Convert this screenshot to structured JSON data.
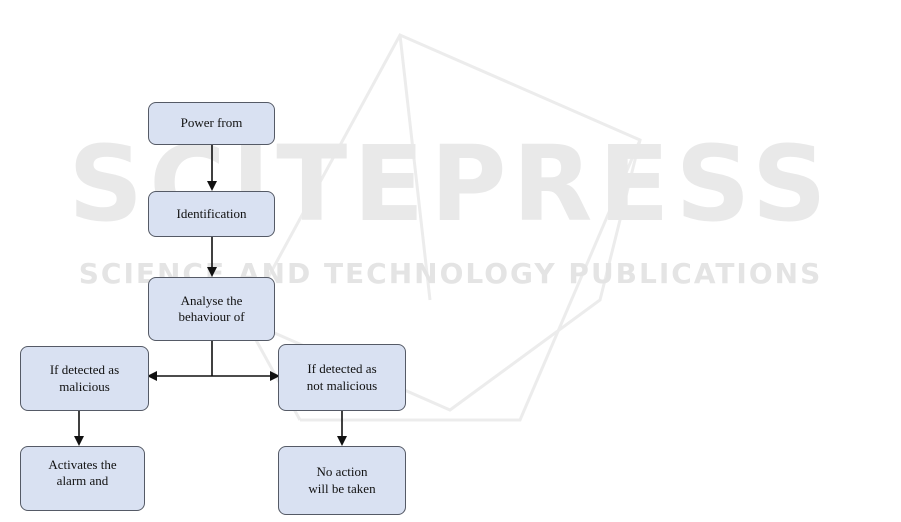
{
  "watermark": {
    "brand": "SCITEPRESS",
    "tagline": "SCIENCE AND TECHNOLOGY PUBLICATIONS"
  },
  "flow": {
    "power": "Power from",
    "identification": "Identification",
    "analyse": "Analyse the\nbehaviour of",
    "malicious": "If detected as\nmalicious",
    "not_malicious": "If detected as\nnot malicious",
    "alarm": "Activates the\nalarm and",
    "no_action": "No action\nwill be taken"
  },
  "colors": {
    "box_fill": "#d9e1f2",
    "box_border": "#555a66",
    "arrow": "#111111",
    "watermark": "#e9e9e9"
  }
}
